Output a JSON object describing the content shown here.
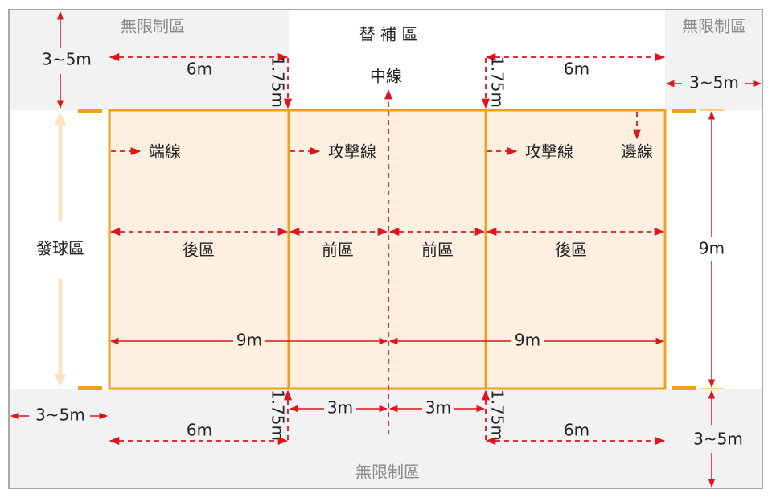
{
  "colors": {
    "court_line": "#f0a020",
    "court_fill": "#fdf0e0",
    "dimension": "#e0141e",
    "free_zone": "#f2f2f2",
    "border": "#a8a8a8",
    "serve_arrow": "#fbe3c4"
  },
  "zones": {
    "free_zone_top_left": "無限制區",
    "free_zone_top_right": "無限制區",
    "free_zone_bottom": "無限制區",
    "substitution_zone": "替 補 區",
    "serving_zone": "發球區"
  },
  "lines": {
    "center_line": "中線",
    "end_line": "端線",
    "attack_line_left": "攻擊線",
    "attack_line_right": "攻擊線",
    "side_line": "邊線"
  },
  "areas": {
    "back_left": "後區",
    "front_left": "前區",
    "front_right": "前區",
    "back_right": "後區"
  },
  "dimensions": {
    "free_top_left": "3~5m",
    "free_top_right": "3~5m",
    "free_bottom_left": "3~5m",
    "free_bottom_right": "3~5m",
    "sub_top_left_len": "6m",
    "sub_top_right_len": "6m",
    "sub_bottom_left_len": "6m",
    "sub_bottom_right_len": "6m",
    "sub_top_left_off": "1.75m",
    "sub_top_right_off": "1.75m",
    "sub_bottom_left_off": "1.75m",
    "sub_bottom_right_off": "1.75m",
    "half_left": "9m",
    "half_right": "9m",
    "width": "9m",
    "front_left": "3m",
    "front_right": "3m"
  }
}
